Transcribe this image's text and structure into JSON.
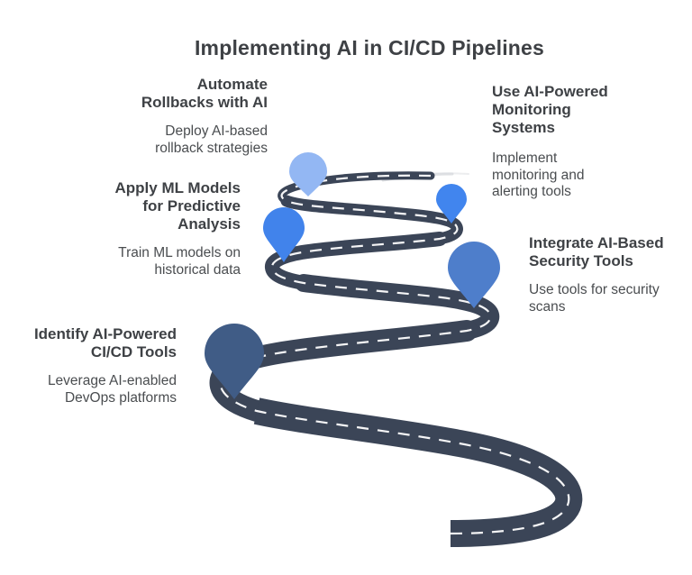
{
  "title": "Implementing AI in CI/CD Pipelines",
  "colors": {
    "background": "#ffffff",
    "road": "#3b4557",
    "road_dash": "#ffffff",
    "road_fade": "#d9dcdf",
    "title_text": "#3e4145",
    "heading_text": "#3e4145",
    "body_text": "#4a4d50"
  },
  "milestones": [
    {
      "id": "identify",
      "heading": "Identify AI-Powered\nCI/CD Tools",
      "description": "Leverage AI-enabled\nDevOps platforms",
      "pin_color": "#405c86"
    },
    {
      "id": "security",
      "heading": "Integrate AI-Based\nSecurity Tools",
      "description": "Use tools for security\nscans",
      "pin_color": "#4e7ecb"
    },
    {
      "id": "predictive",
      "heading": "Apply ML Models\nfor Predictive\nAnalysis",
      "description": "Train ML models on\nhistorical data",
      "pin_color": "#4183eb"
    },
    {
      "id": "monitoring",
      "heading": "Use AI-Powered\nMonitoring\nSystems",
      "description": "Implement\nmonitoring and\nalerting tools",
      "pin_color": "#4185ee"
    },
    {
      "id": "rollbacks",
      "heading": "Automate\nRollbacks with AI",
      "description": "Deploy AI-based\nrollback strategies",
      "pin_color": "#93b7f3"
    }
  ]
}
